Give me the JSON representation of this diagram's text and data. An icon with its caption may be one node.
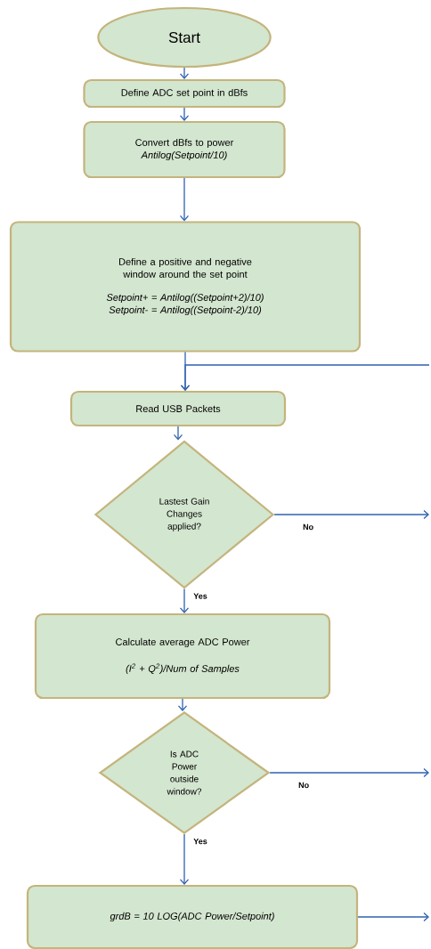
{
  "diagram": {
    "nodes": [
      {
        "text": [
          "Start"
        ]
      },
      {
        "text": [
          "Define ADC set point in dBfs"
        ]
      },
      {
        "text": [
          "Convert dBfs to power",
          "Antilog(Setpoint/10)"
        ]
      },
      {
        "text": [
          "Define a positive and negative window around the set point",
          "Setpoint+ = Antilog((Setpoint+2)/10)",
          "Setpoint- = Antilog((Setpoint-2)/10)"
        ]
      },
      {
        "text": [
          "Read USB Packets"
        ]
      },
      {
        "text": [
          "Lastest Gain Changes applied?"
        ]
      },
      {
        "text": [
          "Calculate average ADC Power",
          "(I$^{2}$ + Q$^{2}$)/Num of Samples"
        ]
      },
      {
        "text": [
          "Is ADC Power outside window?"
        ]
      },
      {
        "text": [
          "grdB = 10 LOG(ADC Power/Setpoint)"
        ]
      }
    ],
    "edges": [
      {
        "from": 0,
        "to": 1,
        "arrow": "to"
      },
      {
        "from": 1,
        "to": 2,
        "arrow": "to"
      },
      {
        "from": 2,
        "to": 3,
        "arrow": "to"
      },
      {
        "from": 3,
        "to": 4,
        "arrow": "to"
      },
      {
        "from": null,
        "to": 4,
        "arrow": "to"
      },
      {
        "from": 4,
        "to": 5,
        "arrow": "to"
      },
      {
        "from": 5,
        "to": null,
        "label": "No",
        "arrow": "to"
      },
      {
        "from": 5,
        "to": 6,
        "label": "Yes",
        "arrow": "to"
      },
      {
        "from": 6,
        "to": 7,
        "arrow": "to"
      },
      {
        "from": 7,
        "to": null,
        "label": "No",
        "arrow": "to"
      },
      {
        "from": 7,
        "to": 8,
        "label": "Yes",
        "arrow": "to"
      },
      {
        "from": 8,
        "to": null,
        "arrow": "to"
      }
    ]
  }
}
